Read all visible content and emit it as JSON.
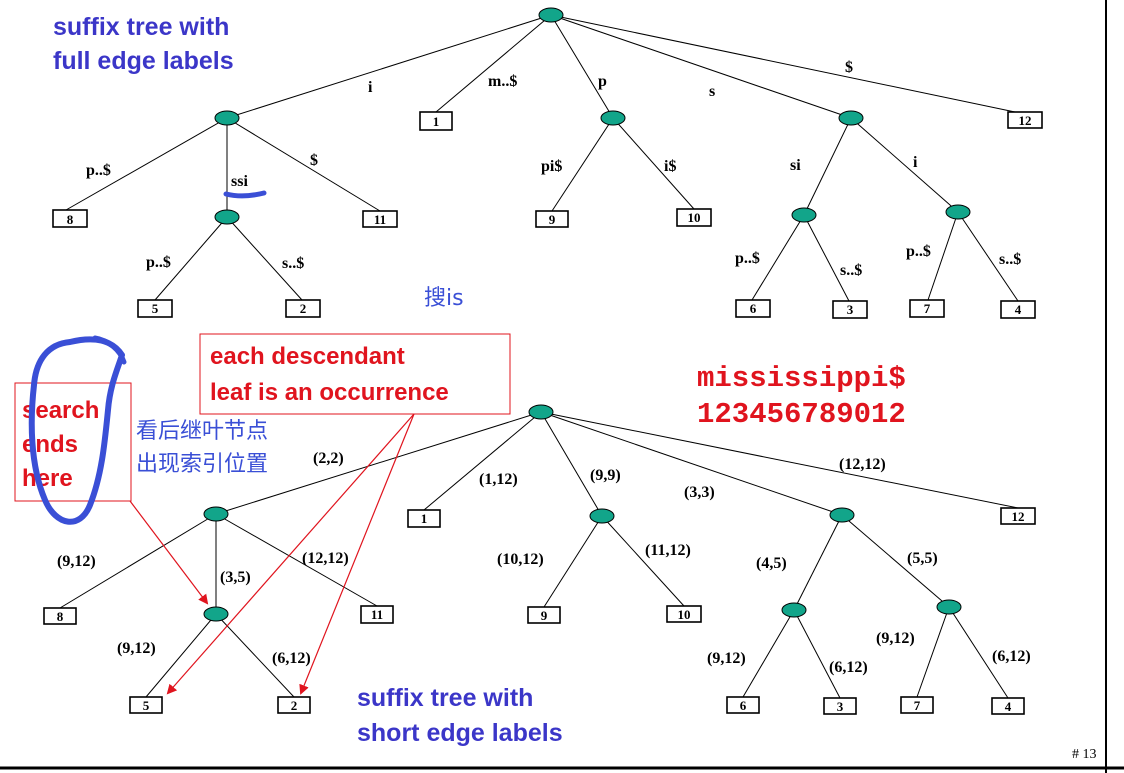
{
  "title_top": [
    "suffix tree with",
    "full edge labels"
  ],
  "title_bottom": [
    "suffix tree with",
    "short edge labels"
  ],
  "string_text": "mississippi$",
  "index_text": "123456789012",
  "callout_descendant": [
    "each descendant",
    "leaf is an occurrence"
  ],
  "callout_search": [
    "search",
    "ends",
    "here"
  ],
  "hand_search_is": "搜is",
  "hand_note": [
    "看后继叶节点",
    "出现索引位置"
  ],
  "page_number": "# 13",
  "top_labels": {
    "i": "i",
    "m": "m..$",
    "p": "p",
    "s": "s",
    "dollar": "$",
    "i_p": "p..$",
    "i_ssi": "ssi",
    "i_dollar": "$",
    "ssi_p": "p..$",
    "ssi_s": "s..$",
    "p_pi": "pi$",
    "p_i": "i$",
    "s_si": "si",
    "s_i": "i",
    "si_p": "p..$",
    "si_s": "s..$",
    "sI_p": "p..$",
    "sI_s": "s..$"
  },
  "bottom_labels": {
    "i": "(2,2)",
    "m": "(1,12)",
    "p": "(9,9)",
    "s": "(3,3)",
    "dollar": "(12,12)",
    "i_p": "(9,12)",
    "i_ssi": "(3,5)",
    "i_dollar": "(12,12)",
    "ssi_p": "(9,12)",
    "ssi_s": "(6,12)",
    "p_pi": "(10,12)",
    "p_i": "(11,12)",
    "s_si": "(4,5)",
    "s_i": "(5,5)",
    "si_p": "(9,12)",
    "si_s": "(6,12)",
    "sI_p": "(9,12)",
    "sI_s": "(6,12)"
  },
  "leaves": {
    "l1": "1",
    "l2": "2",
    "l3": "3",
    "l4": "4",
    "l5": "5",
    "l6": "6",
    "l7": "7",
    "l8": "8",
    "l9": "9",
    "l10": "10",
    "l11": "11",
    "l12": "12"
  },
  "colors": {
    "node_fill": "#12a58a",
    "title_blue": "#3b36c8",
    "accent_red": "#e0141e",
    "handwriting_blue": "#3a4fd6"
  }
}
